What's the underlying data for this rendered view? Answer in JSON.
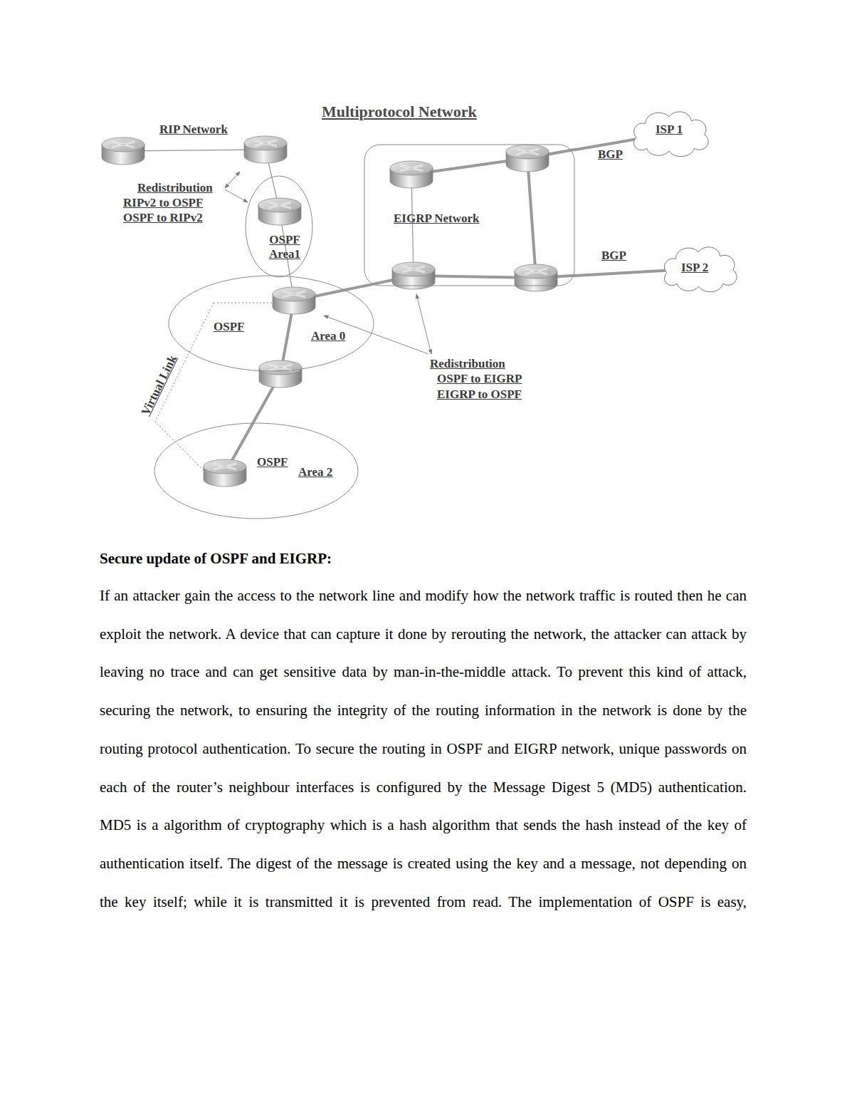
{
  "diagram": {
    "title": "Multiprotocol Network",
    "nodes": [
      {
        "text": [
          "EIGRP Network"
        ]
      },
      {
        "text": [
          "ISP 1"
        ]
      },
      {
        "text": [
          "OSPF Area1"
        ]
      },
      {
        "text": [
          "ISP 2"
        ]
      },
      {
        "text": [
          "OSPF",
          "Area 0"
        ]
      },
      {
        "text": [
          "OSPF",
          "Area 2"
        ]
      }
    ],
    "edges": [
      {
        "from": 0,
        "to": 1,
        "label": "BGP",
        "arrow": "none"
      },
      {
        "from": 0,
        "to": 3,
        "label": "BGP",
        "arrow": "none"
      }
    ],
    "labels": [
      "RIP Network",
      "Redistribution",
      "RIPv2 to OSPF",
      "OSPF to RIPv2",
      "Virtual Link",
      "Redistribution",
      "OSPF to EIGRP",
      "EIGRP to OSPF",
      "Secure update of OSPF and EIGRP:",
      "If an attacker gain the access to the network line and modify how the network traffic is routed then he can exploit the network. A device that can capture it done by rerouting the network, the attacker can attack by leaving no trace and can get sensitive data by man-in-the-middle attack. To prevent this kind of attack, securing the network, to ensuring the integrity of the routing information in the network is done by the routing protocol authentication. To secure the routing in OSPF and EIGRP network, unique passwords on each of the router’s neighbour interfaces is configured by the Message Digest 5 (MD5) authentication. MD5 is a algorithm of cryptography which is a hash algorithm that sends the hash instead of the key of authentication itself. The digest of the message is created using the key and a message, not depending on the key itself; while it is transmitted it is prevented from read. The implementation of OSPF is easy,"
    ]
  }
}
